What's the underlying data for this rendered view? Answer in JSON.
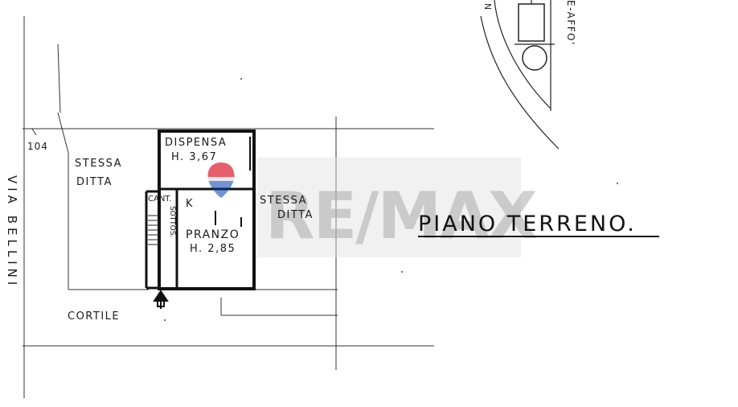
{
  "title": "PIANO TERRENO.",
  "street": "VIA BELLINI",
  "parcel_number": "104",
  "top_right_text": "E-AFFO'",
  "top_right_letter": "N",
  "rooms": {
    "dispensa": {
      "name": "DISPENSA",
      "height": "H. 3,67"
    },
    "cantina": {
      "name": "CANT."
    },
    "sottoscala": {
      "name": "SOTTOS."
    },
    "kitchen": {
      "name": "K"
    },
    "pranzo": {
      "name": "PRANZO",
      "height": "H. 2,85"
    }
  },
  "neighbors": {
    "left": [
      "STESSA",
      "DITTA"
    ],
    "right": [
      "STESSA",
      "DITTA"
    ]
  },
  "courtyard": "CORTILE",
  "watermark": {
    "text": "RE/MAX",
    "color_red": "#dc1c2e",
    "color_blue": "#003da5"
  },
  "colors": {
    "ink": "#1a1a1a",
    "wall": "#111111",
    "paper": "#ffffff"
  }
}
